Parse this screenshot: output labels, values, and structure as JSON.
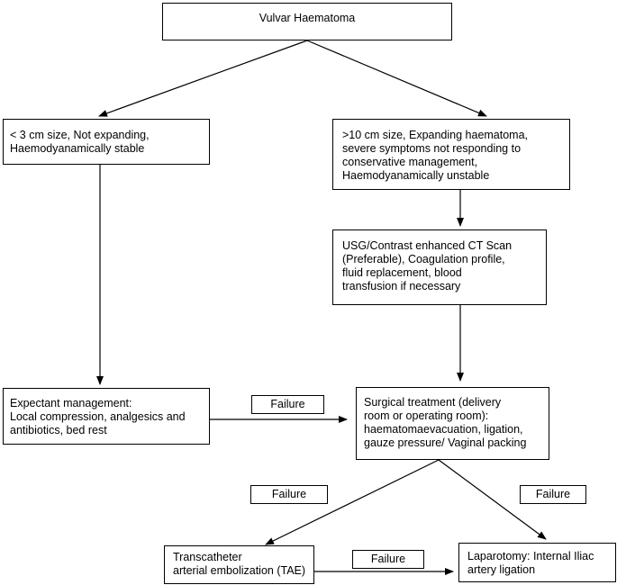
{
  "nodes": {
    "start": {
      "lines": [
        "Vulvar Haematoma"
      ]
    },
    "small": {
      "lines": [
        "< 3 cm size, Not expanding,",
        "Haemodyanamically stable"
      ]
    },
    "large": {
      "lines": [
        ">10 cm size, Expanding haematoma,",
        "severe symptoms not responding to",
        "conservative management,",
        "Haemodyanamically unstable"
      ]
    },
    "imaging": {
      "lines": [
        "USG/Contrast enhanced CT Scan",
        "(Preferable), Coagulation profile,",
        "fluid replacement, blood",
        "transfusion if necessary"
      ]
    },
    "expectant": {
      "lines": [
        "Expectant management:",
        "Local compression, analgesics and",
        "antibiotics, bed rest"
      ]
    },
    "surgical": {
      "lines": [
        "Surgical treatment (delivery",
        "room or operating room):",
        "haematomaevacuation, ligation,",
        "gauze pressure/ Vaginal packing"
      ]
    },
    "tae": {
      "lines": [
        "Transcatheter",
        "arterial embolization (TAE)"
      ]
    },
    "laparotomy": {
      "lines": [
        "Laparotomy: Internal Iliac",
        "artery ligation"
      ]
    }
  },
  "edge_labels": {
    "expectant_to_surgical": "Failure",
    "surgical_to_tae": "Failure",
    "surgical_to_laparotomy": "Failure",
    "tae_to_laparotomy": "Failure"
  }
}
